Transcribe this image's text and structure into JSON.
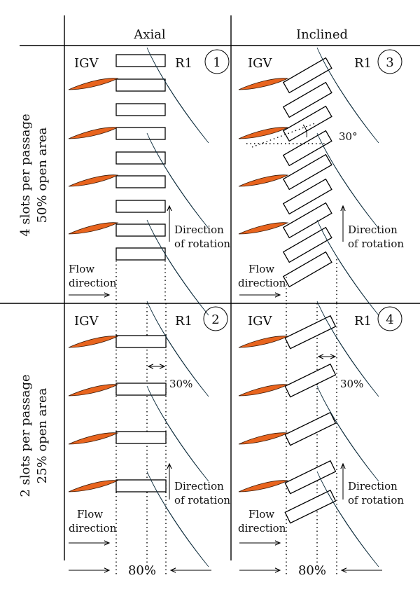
{
  "columns": {
    "left": "Axial",
    "right": "Inclined"
  },
  "rows": {
    "top": {
      "line1": "4 slots per passage",
      "line2": "50% open area"
    },
    "bottom": {
      "line1": "2 slots per passage",
      "line2": "25% open area"
    }
  },
  "labels": {
    "igv": "IGV",
    "rotor": "R1",
    "direction_line1": "Direction",
    "direction_line2": "of rotation",
    "flow_line1": "Flow",
    "flow_line2": "direction",
    "width_30": "30%",
    "width_80": "80%",
    "angle": "30°"
  },
  "panels": [
    "1",
    "2",
    "3",
    "4"
  ],
  "colors": {
    "igv_vane": "#e8641e",
    "rotor_blade": "#2a9ccc",
    "outline": "#000000"
  }
}
